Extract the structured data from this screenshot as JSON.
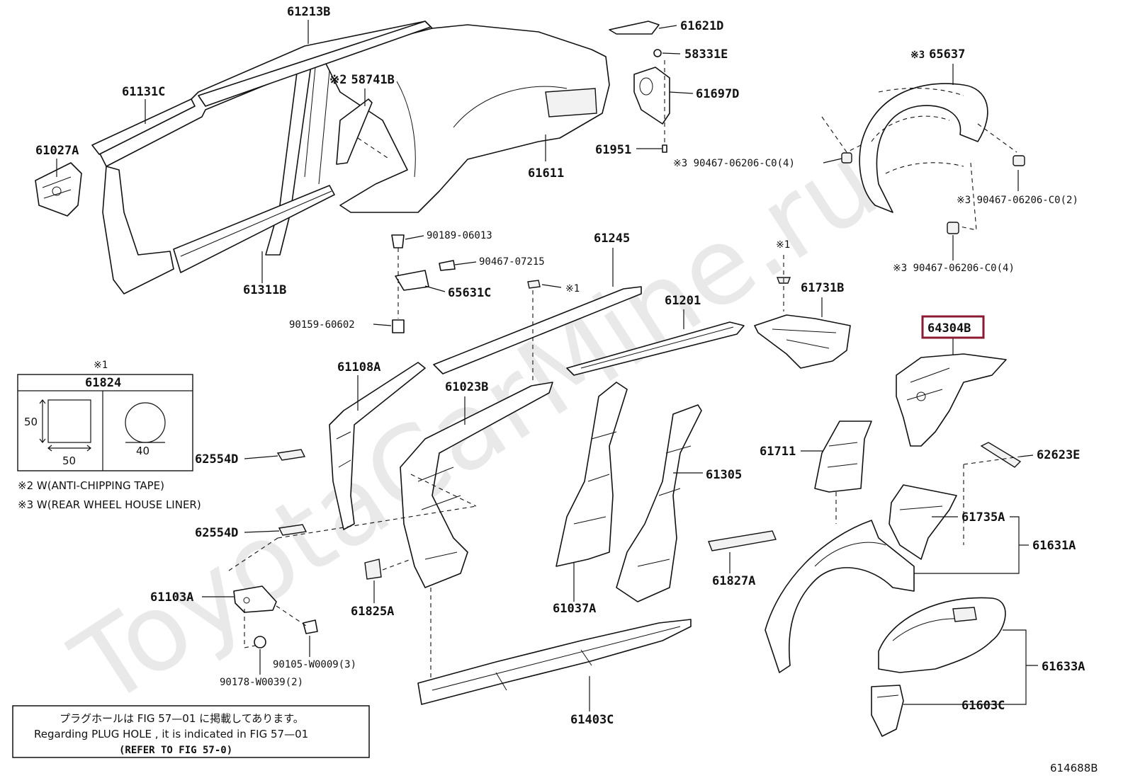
{
  "watermark": "ToyotaCarMine.ru",
  "figure_id": "614688B",
  "highlighted_part": "64304B",
  "labels": {
    "p61213B": "61213B",
    "p61131C": "61131C",
    "p61027A": "61027A",
    "p58741B_mark": "※2",
    "p58741B": "58741B",
    "p61611": "61611",
    "p61311B": "61311B",
    "p61621D": "61621D",
    "p58331E": "58331E",
    "p61697D": "61697D",
    "p61951": "61951",
    "p90467_06206_left": "※3 90467-06206-C0(4)",
    "p65637_mark": "※3",
    "p65637": "65637",
    "p90467_06206_right": "※3 90467-06206-C0(2)",
    "p90467_06206_bottom": "※3 90467-06206-C0(4)",
    "p90189_06013": "90189-06013",
    "p90467_07215": "90467-07215",
    "p65631C": "65631C",
    "p90159_60602": "90159-60602",
    "p61245": "61245",
    "mark1_a": "※1",
    "p61201": "61201",
    "mark1_b": "※1",
    "p61731B": "61731B",
    "p64304B": "64304B",
    "p61108A": "61108A",
    "p61023B": "61023B",
    "p62554D_1": "62554D",
    "p62554D_2": "62554D",
    "p61711": "61711",
    "p61305": "61305",
    "p62623E": "62623E",
    "p61735A": "61735A",
    "p61631A": "61631A",
    "p61827A": "61827A",
    "p61103A": "61103A",
    "p61825A": "61825A",
    "p61037A": "61037A",
    "p90105_W0009": "90105-W0009(3)",
    "p90178_W0039": "90178-W0039(2)",
    "p61403C": "61403C",
    "p61633A": "61633A",
    "p61603C": "61603C"
  },
  "inset": {
    "mark": "※1",
    "part": "61824",
    "dim_height": "50",
    "dim_width": "50",
    "dim_diameter": "40"
  },
  "notes": {
    "note2": "※2 W(ANTI-CHIPPING TAPE)",
    "note3": "※3 W(REAR WHEEL HOUSE LINER)"
  },
  "footer_box": {
    "line_jp": "プラグホールは FIG 57—01 に掲載してあります。",
    "line_en": "Regarding  PLUG  HOLE , it is indicated in  FIG  57—01",
    "line_ref": "(REFER TO FIG 57-0)"
  }
}
